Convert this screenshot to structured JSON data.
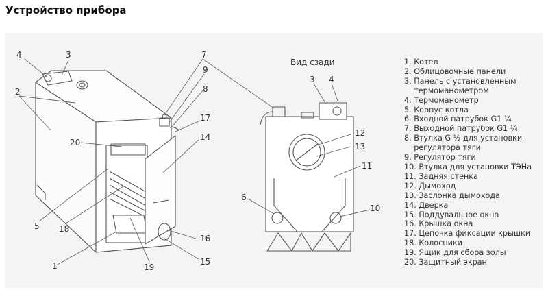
{
  "page": {
    "title": "Устройство прибора"
  },
  "diagram": {
    "rear_view_title": "Вид сзади",
    "front_callouts": [
      "4",
      "3",
      "2",
      "7",
      "9",
      "8",
      "17",
      "20",
      "14",
      "5",
      "18",
      "16",
      "1",
      "19",
      "15"
    ],
    "rear_callouts": [
      "3",
      "4",
      "12",
      "13",
      "11",
      "6",
      "10"
    ],
    "legend": [
      "1. Котел",
      "2. Облицовочные панели",
      "3. Панель с установленным",
      "    термоманометром",
      "4. Термоманометр",
      "5. Корпус котла",
      "6. Входной патрубок G1 ¼",
      "7. Выходной патрубок G1 ¼",
      "8. Втулка G ½ для установки",
      "    регулятора тяги",
      "9. Регулятор тяги",
      "10. Втулка для установки ТЭНа",
      "11. Задняя стенка",
      "12. Дымоход",
      "13. Заслонка дымохода",
      "14. Дверка",
      "15. Поддувальное окно",
      "16. Крышка окна",
      "17. Цепочка фиксации крышки",
      "18. Колосники",
      "19. Ящик для сбора золы",
      "20. Защитный экран"
    ]
  }
}
